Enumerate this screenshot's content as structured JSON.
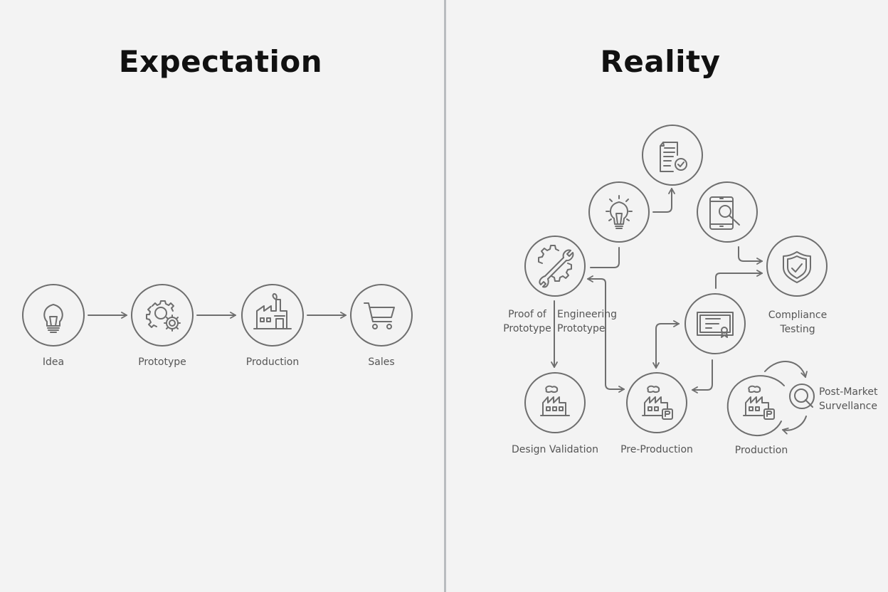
{
  "expectation": {
    "title": "Expectation",
    "steps": [
      {
        "label": "Idea",
        "icon": "lightbulb-icon"
      },
      {
        "label": "Prototype",
        "icon": "gears-icon"
      },
      {
        "label": "Production",
        "icon": "factory-icon"
      },
      {
        "label": "Sales",
        "icon": "shopping-cart-icon"
      }
    ]
  },
  "reality": {
    "title": "Reality",
    "nodes": [
      {
        "id": "document",
        "label": "",
        "icon": "document-check-icon"
      },
      {
        "id": "idea",
        "label": "",
        "icon": "lightbulb-rays-icon"
      },
      {
        "id": "device-inspection",
        "label": "",
        "icon": "tablet-search-icon"
      },
      {
        "id": "proof-of-prototype",
        "label_line1": "Proof of",
        "label_line2": "Prototype",
        "icon": "gear-wrench-icon"
      },
      {
        "id": "engineering-prototype",
        "label_line1": "Engineering",
        "label_line2": "Prototype"
      },
      {
        "id": "certificate",
        "label": "",
        "icon": "certificate-icon"
      },
      {
        "id": "compliance-testing",
        "label_line1": "Compliance",
        "label_line2": "Testing",
        "icon": "shield-check-icon"
      },
      {
        "id": "design-validation",
        "label": "Design Validation",
        "icon": "factory-icon"
      },
      {
        "id": "pre-production",
        "label": "Pre-Production",
        "icon": "factory-p-icon"
      },
      {
        "id": "production",
        "label": "Production",
        "icon": "factory-p-icon"
      },
      {
        "id": "post-market-surveillance",
        "label_line1": "Post-Market",
        "label_line2": "Survellance",
        "icon": "magnifier-icon"
      }
    ]
  },
  "colors": {
    "background": "#f3f3f3",
    "stroke": "#6e6e6e",
    "text": "#555555",
    "title": "#111111",
    "divider": "#b9bcbf"
  }
}
